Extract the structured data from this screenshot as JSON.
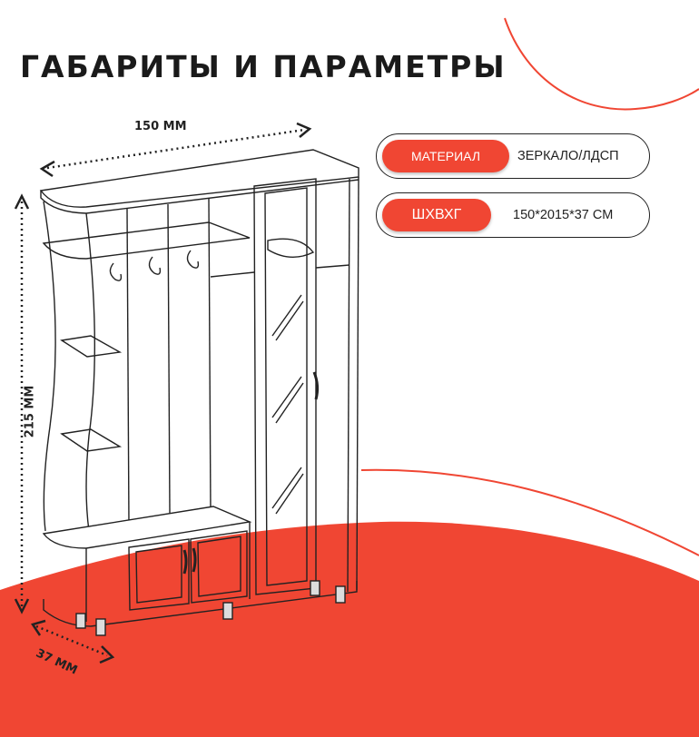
{
  "title": "ГАБАРИТЫ И ПАРАМЕТРЫ",
  "params": [
    {
      "label": "МАТЕРИАЛ",
      "value": "ЗЕРКАЛО/ЛДСП"
    },
    {
      "label": "ШХВХГ",
      "value": "150*2015*37 СМ"
    }
  ],
  "dimensions": {
    "width": "150 ММ",
    "height": "215 ММ",
    "depth": "37 ММ"
  },
  "colors": {
    "accent": "#f04633",
    "line": "#222222"
  }
}
